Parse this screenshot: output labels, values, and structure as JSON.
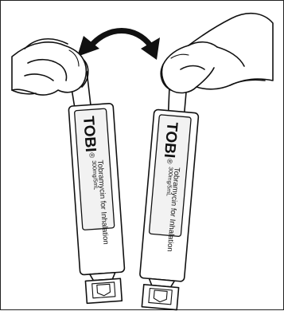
{
  "ampoules": [
    {
      "brand": "TOBI",
      "registered": "®",
      "product": "Tobramycin for Inhalation",
      "concentration": "300mg/5mL"
    },
    {
      "brand": "TOBI",
      "registered": "®",
      "product": "Tobramycin for Inhalation",
      "concentration": "300mg/5mL"
    }
  ],
  "colors": {
    "ink": "#111111",
    "arrow": "#111111",
    "label": "#f2f2f2"
  },
  "icons": {
    "arrow": "curved-double-arrow-icon",
    "left_hand": "left-hand-icon",
    "right_hand": "right-hand-icon"
  }
}
